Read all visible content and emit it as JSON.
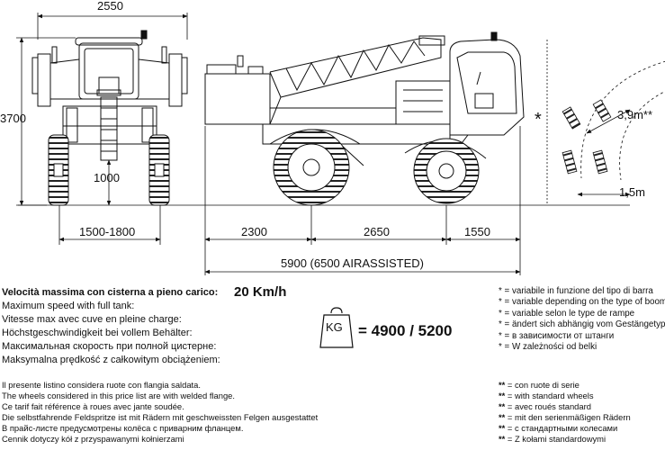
{
  "dimensions": {
    "overall_width": "2550",
    "overall_height": "3700",
    "ground_clearance": "1000",
    "track_width": "1500-1800",
    "front_overhang": "2300",
    "wheelbase": "2650",
    "rear_overhang": "1550",
    "overall_length": "5900 (6500 AIRASSISTED)",
    "turning_radius": "3,9m**",
    "turning_width": "1,5m",
    "boom_marker": "*"
  },
  "speed": {
    "labels": [
      "Velocità massima con cisterna a pieno carico:",
      "Maximum speed with full tank:",
      "Vitesse max avec  cuve en pleine charge:",
      "Höchstgeschwindigkeit bei vollem Behälter:",
      "Максимальная скорость при полной цистерне:",
      "Maksymalna prędkość z całkowitym obciążeniem:"
    ],
    "value": "20 Km/h"
  },
  "weight": {
    "unit": "KG",
    "value": "= 4900 / 5200"
  },
  "boom_notes": [
    "* = variabile in funzione del tipo di barra",
    "* = variable depending on the type of boom",
    "* = variable selon le type de rampe",
    "* = ändert sich abhängig vom Gestängetyp",
    "* = в зависимости от штанги",
    "* = W zależności od belki"
  ],
  "flange_notes": [
    "Il presente listino considera ruote con flangia saldata.",
    "The wheels considered in this price list are with welded flange.",
    "Ce tarif fait référence à roues avec jante soudée.",
    "Die selbstfahrende Feldspritze ist mit Rädern mit geschweissten Felgen ausgestattet",
    "В прайс-листе предусмотрены колёса с приварним фланцем.",
    "Cennik dotyczy kół z przyspawanymi kołnierzami"
  ],
  "wheel_notes": [
    {
      "mark": "**",
      "text": " = con ruote di serie"
    },
    {
      "mark": "**",
      "text": " = with standard wheels"
    },
    {
      "mark": "**",
      "text": " = avec roués standard"
    },
    {
      "mark": "**",
      "text": " = mit den serienmäßigen Rädern"
    },
    {
      "mark": "**",
      "text": " = с стандартными колесами"
    },
    {
      "mark": "**",
      "text": " = Z kołami standardowymi"
    }
  ]
}
